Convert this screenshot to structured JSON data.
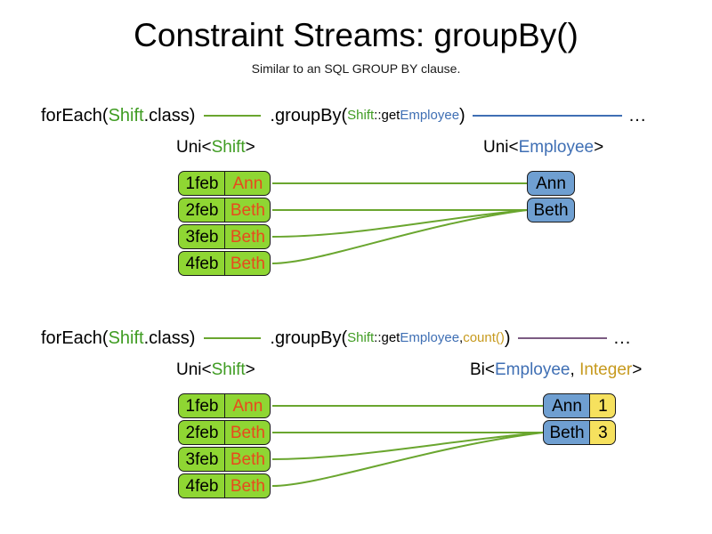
{
  "header": {
    "title": "Constraint Streams: groupBy()",
    "subtitle": "Similar to an SQL GROUP BY clause."
  },
  "colors": {
    "shift_green": "#8fd633",
    "employee_blue": "#6f9fd1",
    "count_yellow": "#f6e15e",
    "name_orange": "#e8491d",
    "token_green": "#3f9c22",
    "token_blue": "#3f6fb4",
    "token_gold": "#c79a1e",
    "line_green": "#6aa62f",
    "line_blue": "#3f6fb4",
    "line_purple": "#7b5b82",
    "box_border": "#1b1b1b"
  },
  "sections": [
    {
      "code": {
        "for_each_prefix": "forEach(",
        "for_each_type": "Shift",
        "for_each_suffix": ".class)",
        "group_by_prefix": ".groupBy(",
        "arg_class": "Shift",
        "arg_method_sep": "::get",
        "arg_property": "Employee",
        "group_by_suffix": ")",
        "ellipsis": "..."
      },
      "labels": {
        "left_prefix": "Uni<",
        "left_type": "Shift",
        "left_suffix": ">",
        "right_prefix": "Uni<",
        "right_type": "Employee",
        "right_suffix": ">"
      },
      "shifts": [
        {
          "date": "1feb",
          "employee": "Ann"
        },
        {
          "date": "2feb",
          "employee": "Beth"
        },
        {
          "date": "3feb",
          "employee": "Beth"
        },
        {
          "date": "4feb",
          "employee": "Beth"
        }
      ],
      "groups": [
        {
          "employee": "Ann"
        },
        {
          "employee": "Beth"
        }
      ]
    },
    {
      "code": {
        "for_each_prefix": "forEach(",
        "for_each_type": "Shift",
        "for_each_suffix": ".class)",
        "group_by_prefix": ".groupBy(",
        "arg_class": "Shift",
        "arg_method_sep": "::get",
        "arg_property": "Employee",
        "arg_separator": ", ",
        "arg_collector": "count()",
        "group_by_suffix": ")",
        "ellipsis": "..."
      },
      "labels": {
        "left_prefix": "Uni<",
        "left_type": "Shift",
        "left_suffix": ">",
        "right_prefix": "Bi<",
        "right_type": "Employee",
        "right_separator": ", ",
        "right_type2": "Integer",
        "right_suffix": ">"
      },
      "shifts": [
        {
          "date": "1feb",
          "employee": "Ann"
        },
        {
          "date": "2feb",
          "employee": "Beth"
        },
        {
          "date": "3feb",
          "employee": "Beth"
        },
        {
          "date": "4feb",
          "employee": "Beth"
        }
      ],
      "groups": [
        {
          "employee": "Ann",
          "count": "1"
        },
        {
          "employee": "Beth",
          "count": "3"
        }
      ]
    }
  ]
}
